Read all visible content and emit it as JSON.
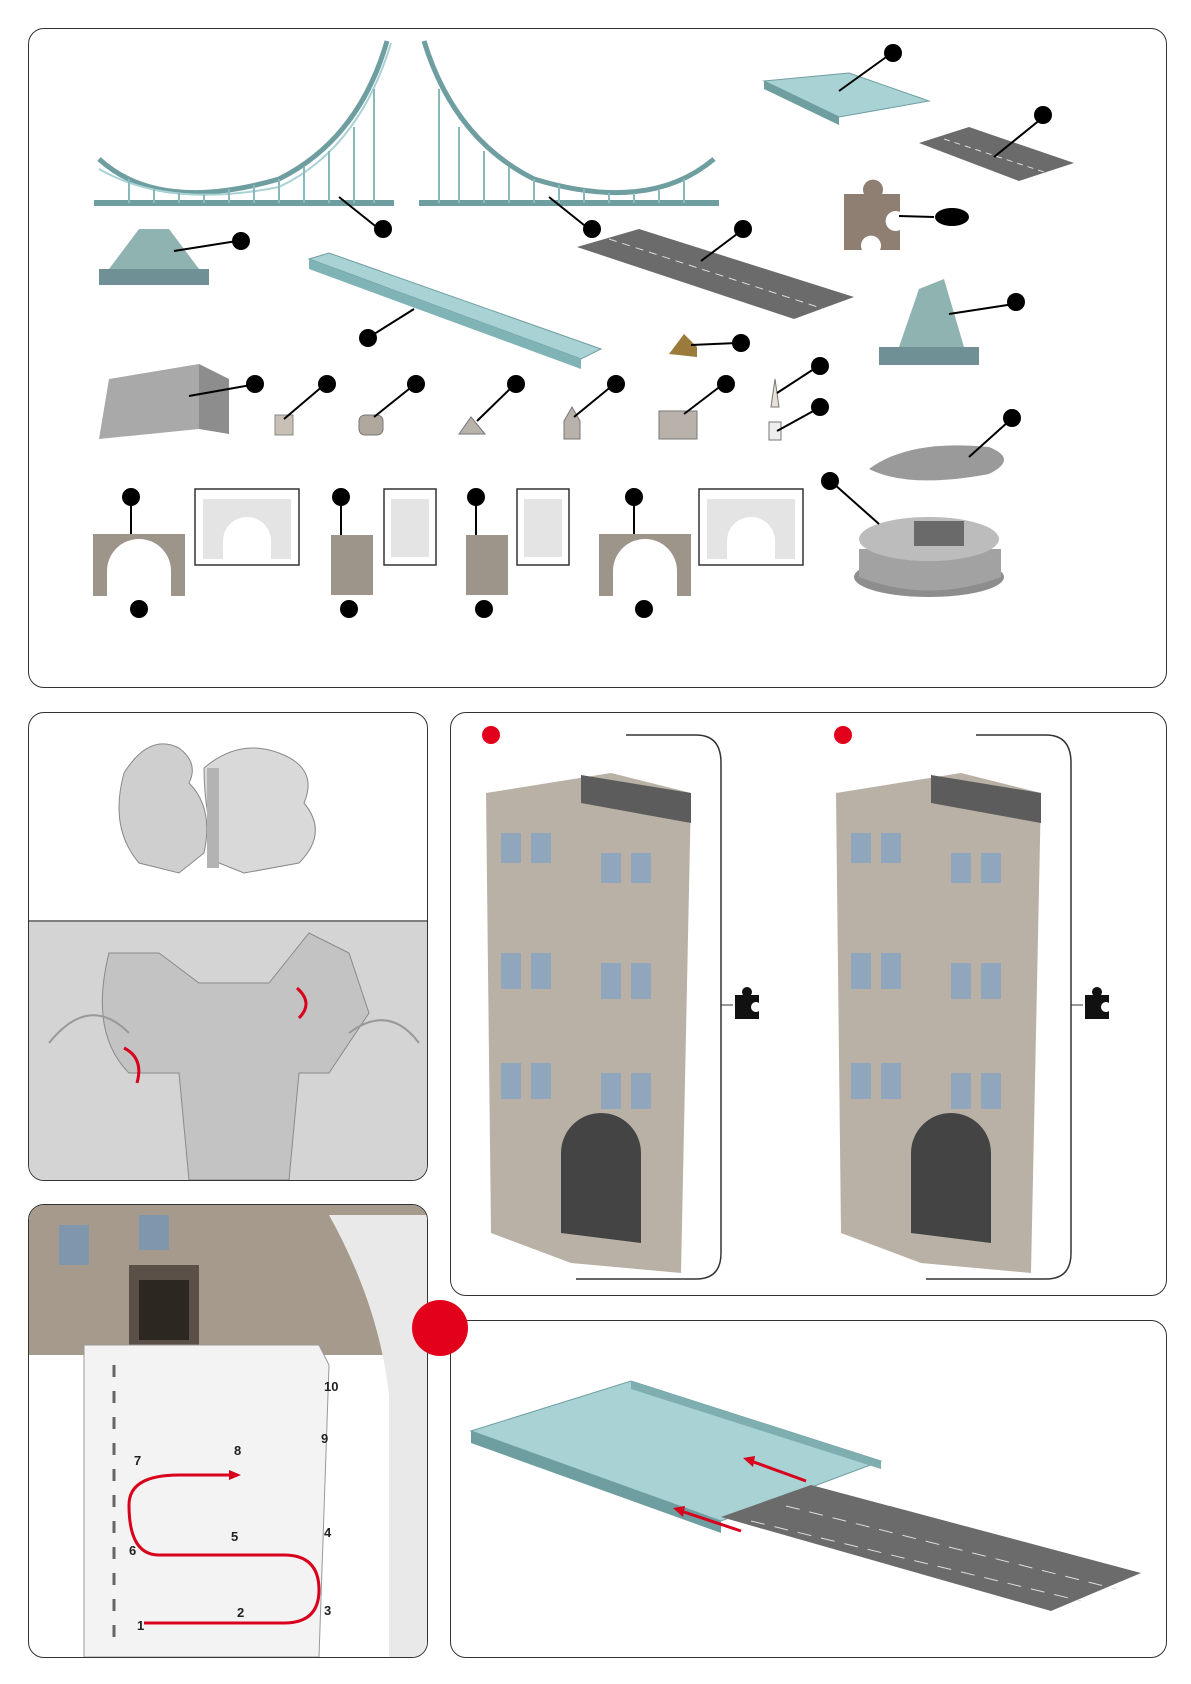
{
  "colors": {
    "steel": "#a8d2d4",
    "steel_dark": "#6f9ea1",
    "stone": "#b9b1a5",
    "road": "#6b6b6b",
    "grey_part": "#a9a9a9",
    "callout_red": "#e2001a",
    "arrow_red": "#d8001c",
    "border": "#333333"
  },
  "parts_panel": {
    "icons": [
      "bridge-span-left",
      "bridge-span-right",
      "deck-slope",
      "road-strip",
      "puzzle-piece",
      "pier-base-left",
      "pier-base-right",
      "walkway-beam",
      "road-long",
      "small-ornament",
      "base-block",
      "plaque",
      "arch-ornament",
      "gable",
      "turret",
      "window-ornament",
      "spire",
      "spire-post",
      "road-oval",
      "base-plinth",
      "arch-wall-left",
      "tower-wall-1",
      "tower-wall-2",
      "arch-wall-right"
    ]
  },
  "corner_panel": {
    "icons": [
      "corner-hinge-icon",
      "rotate-arrow-icon"
    ]
  },
  "tower_panel": {
    "icons": [
      "tower-left",
      "tower-right",
      "puzzle-icon"
    ]
  },
  "order_panel": {
    "sequence": [
      "1",
      "2",
      "3",
      "4",
      "5",
      "6",
      "7",
      "8",
      "9",
      "10"
    ]
  },
  "road_panel": {
    "icons": [
      "ramp-icon",
      "road-icon",
      "slide-arrow-icon"
    ]
  }
}
